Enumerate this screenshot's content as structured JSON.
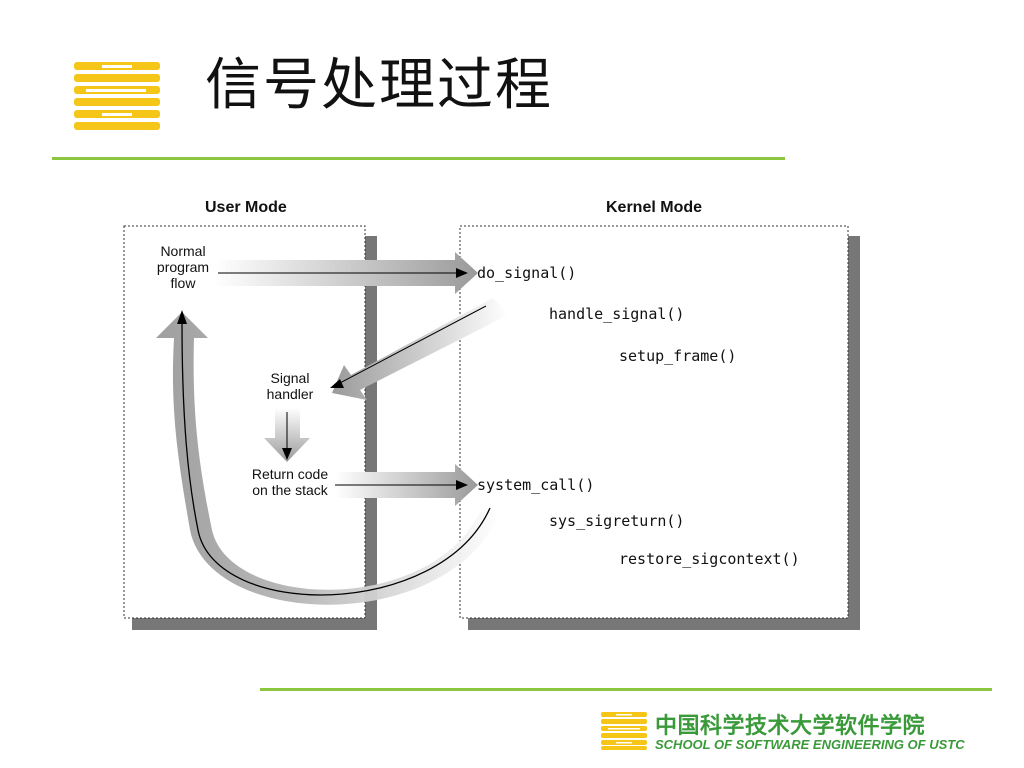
{
  "slide": {
    "title": "信号处理过程"
  },
  "diagram": {
    "user_mode_title": "User Mode",
    "kernel_mode_title": "Kernel Mode",
    "normal_flow": [
      "Normal",
      "program",
      "flow"
    ],
    "signal_handler": [
      "Signal",
      "handler"
    ],
    "return_code": [
      "Return code",
      "on the stack"
    ],
    "fn_do_signal": "do_signal()",
    "fn_handle_signal": "handle_signal()",
    "fn_setup_frame": "setup_frame()",
    "fn_system_call": "system_call()",
    "fn_sys_sigreturn": "sys_sigreturn()",
    "fn_restore_sigcontext": "restore_sigcontext()"
  },
  "footer": {
    "school_cn": "中国科学技术大学软件学院",
    "school_en": "SCHOOL OF SOFTWARE ENGINEERING OF USTC"
  },
  "colors": {
    "logo_yellow": "#f5c518",
    "rule_green": "#8cc63f",
    "footer_green": "#3a9a3a"
  },
  "icons": {
    "title_logo": "stripe-logo-icon",
    "footer_logo": "stripe-logo-icon"
  }
}
